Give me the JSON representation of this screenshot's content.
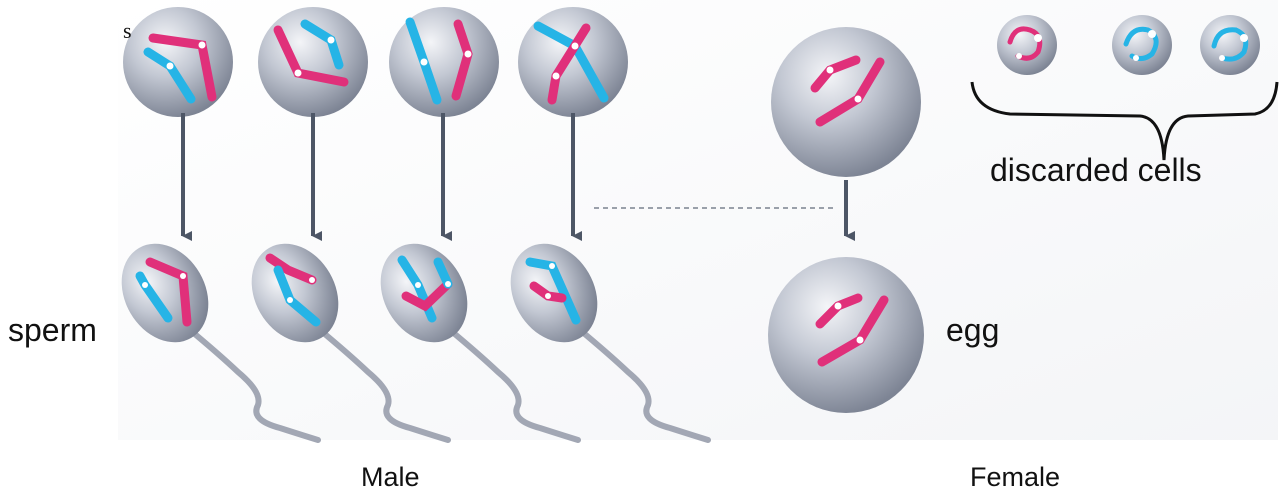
{
  "labels": {
    "corner_fragment": "s",
    "sperm": "sperm",
    "egg": "egg",
    "discarded": "discarded cells",
    "male": "Male",
    "female": "Female"
  },
  "colors": {
    "maternal_chromosome": "#e0307a",
    "paternal_chromosome": "#26b4e6",
    "cell_fill": "#b9bfcc",
    "arrow": "#4d5666",
    "background_panel": "#f3f4f6"
  },
  "icons": [
    "sperm-cell-icon",
    "egg-cell-icon",
    "discarded-cell-icon",
    "down-arrow-icon",
    "brace-icon"
  ]
}
